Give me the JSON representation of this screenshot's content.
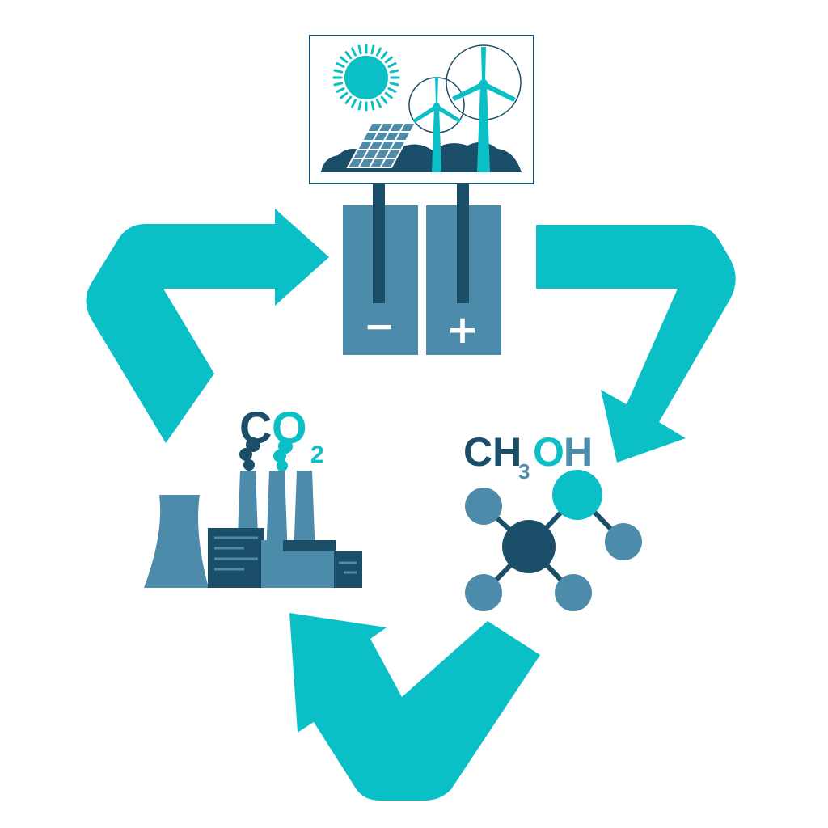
{
  "colors": {
    "teal": "#0BBFC7",
    "navy": "#1B4E68",
    "steel": "#4D8BAA",
    "white": "#ffffff"
  },
  "electrolyzer": {
    "negative_sign": "−",
    "positive_sign": "+"
  },
  "co2": {
    "c": "C",
    "o": "O",
    "sub": "2"
  },
  "methanol": {
    "ch": "CH",
    "sub": "3",
    "o": "O",
    "h": "H"
  }
}
